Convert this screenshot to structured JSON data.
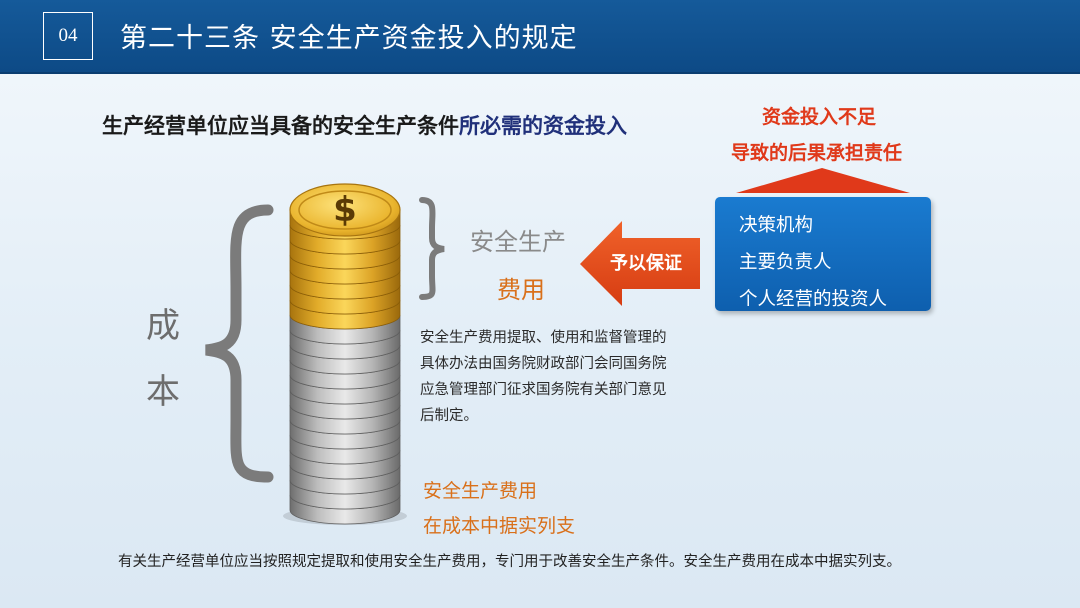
{
  "header": {
    "number": "04",
    "title": "第二十三条  安全生产资金投入的规定"
  },
  "headline": {
    "black": "生产经营单位应当具备的安全生产条件",
    "blue": "所必需的资金投入"
  },
  "insufficient": {
    "line1": "资金投入不足",
    "line2": "导致的后果承担责任"
  },
  "responsible": {
    "items": [
      "决策机构",
      "主要负责人",
      "个人经营的投资人"
    ]
  },
  "guarantee_label": "予以保证",
  "cost_label": {
    "char1": "成",
    "char2": "本"
  },
  "safety_cost": {
    "line1": "安全生产",
    "line2": "费用"
  },
  "description": "安全生产费用提取、使用和监督管理的具体办法由国务院财政部门会同国务院应急管理部门征求国务院有关部门意见后制定。",
  "cost_note": {
    "line1": "安全生产费用",
    "line2": "在成本中据实列支"
  },
  "coin_symbol": "$",
  "footer": "有关生产经营单位应当按照规定提取和使用安全生产费用，专门用于改善安全生产条件。安全生产费用在成本中据实列支。",
  "colors": {
    "header_blue": "#0d4a86",
    "accent_red": "#e0391a",
    "accent_orange": "#d9701a",
    "box_blue": "#0e5fae",
    "gold": "#e6b52c",
    "silver": "#a9a9a9"
  }
}
